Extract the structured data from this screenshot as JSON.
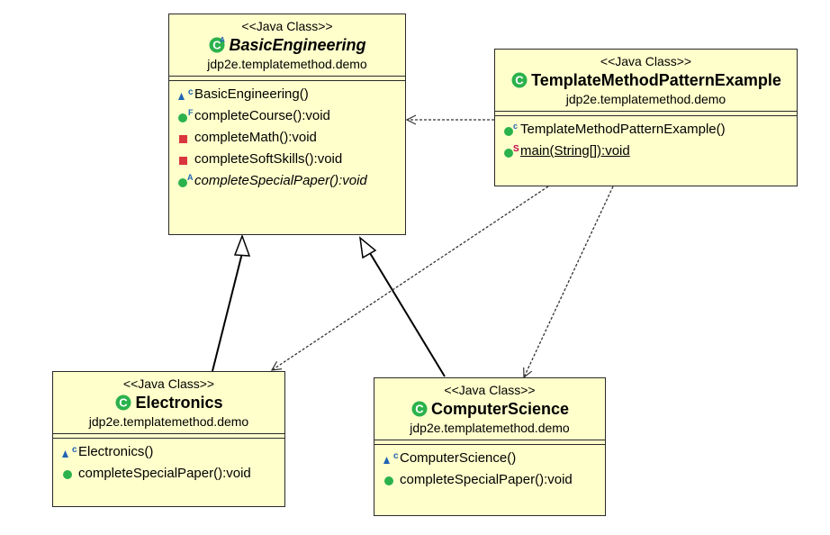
{
  "classes": {
    "basic": {
      "stereotype": "<<Java Class>>",
      "name": "BasicEngineering",
      "package": "jdp2e.templatemethod.demo",
      "members": [
        {
          "label": "BasicEngineering()",
          "icon": "constructor-icon"
        },
        {
          "label": "completeCourse():void",
          "icon": "final-method-icon"
        },
        {
          "label": "completeMath():void",
          "icon": "private-method-icon"
        },
        {
          "label": "completeSoftSkills():void",
          "icon": "private-method-icon"
        },
        {
          "label": "completeSpecialPaper():void",
          "icon": "abstract-method-icon"
        }
      ]
    },
    "template": {
      "stereotype": "<<Java Class>>",
      "name": "TemplateMethodPatternExample",
      "package": "jdp2e.templatemethod.demo",
      "members": [
        {
          "label": "TemplateMethodPatternExample()",
          "icon": "constructor-icon"
        },
        {
          "label": "main(String[]):void",
          "icon": "static-method-icon"
        }
      ]
    },
    "electronics": {
      "stereotype": "<<Java Class>>",
      "name": "Electronics",
      "package": "jdp2e.templatemethod.demo",
      "members": [
        {
          "label": "Electronics()",
          "icon": "constructor-icon"
        },
        {
          "label": "completeSpecialPaper():void",
          "icon": "public-method-icon"
        }
      ]
    },
    "cs": {
      "stereotype": "<<Java Class>>",
      "name": "ComputerScience",
      "package": "jdp2e.templatemethod.demo",
      "members": [
        {
          "label": "ComputerScience()",
          "icon": "constructor-icon"
        },
        {
          "label": "completeSpecialPaper():void",
          "icon": "public-method-icon"
        }
      ]
    }
  },
  "colors": {
    "box_fill": "#ffffcc",
    "class_icon": "#2bb24c",
    "private_icon": "#d9363e",
    "constructor_icon": "#1f64b4",
    "static_marker": "#c0004a"
  }
}
